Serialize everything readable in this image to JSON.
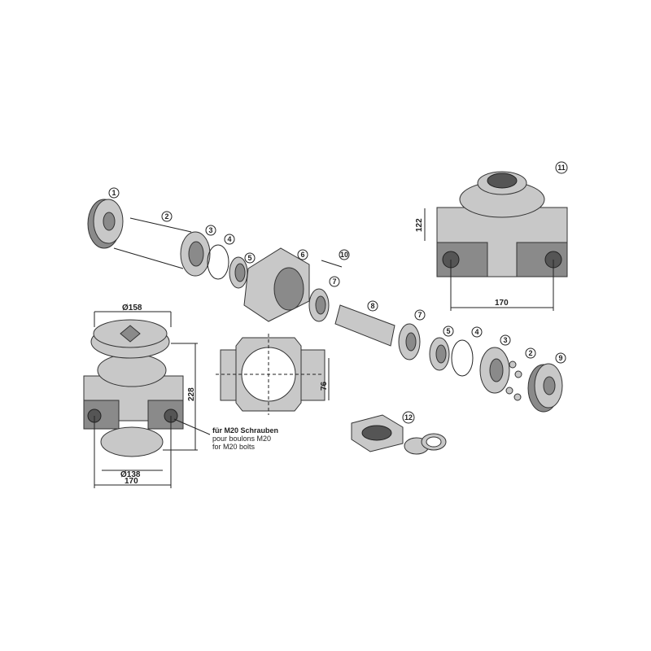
{
  "callouts": [
    "1",
    "2",
    "3",
    "4",
    "5",
    "6",
    "10",
    "7",
    "8",
    "7",
    "5",
    "4",
    "3",
    "2",
    "9",
    "11",
    "12"
  ],
  "dimensions": {
    "left_top_diameter": "Ø158",
    "left_height": "228",
    "left_bottom_diameter": "Ø138",
    "left_width": "170",
    "right_height": "122",
    "right_width": "170",
    "center_height": "76"
  },
  "note": {
    "de": "für M20 Schrauben",
    "fr": "pour boulons M20",
    "en": "for M20 bolts"
  }
}
